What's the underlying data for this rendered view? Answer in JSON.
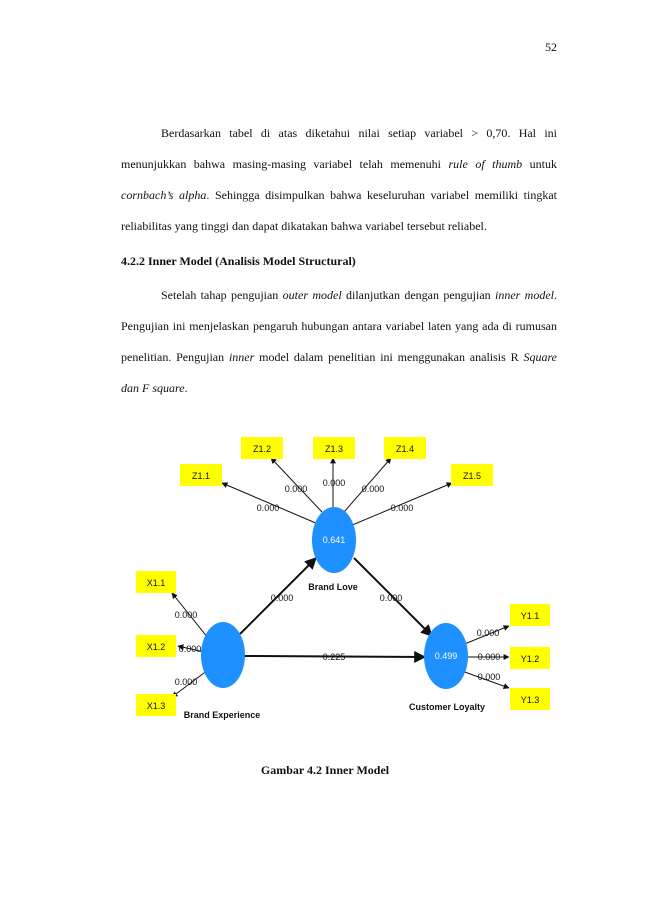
{
  "page_number": "52",
  "paragraph1": {
    "part1": "Berdasarkan tabel di atas diketahui nilai setiap variabel > 0,70. Hal ini menunjukkan bahwa masing-masing variabel telah memenuhi ",
    "italic1": "rule of thumb",
    "part2": " untuk ",
    "italic2": "cornbach’s alpha",
    "part3": ". Sehingga disimpulkan bahwa keseluruhan variabel memiliki tingkat reliabilitas yang tinggi dan dapat dikatakan bahwa variabel tersebut reliabel."
  },
  "heading": "4.2.2 Inner Model (Analisis Model Structural)",
  "paragraph2": {
    "part1": "Setelah tahap pengujian ",
    "italic1": "outer model",
    "part2": " dilanjutkan dengan pengujian ",
    "italic2": "inner model",
    "part3": ". Pengujian ini menjelaskan pengaruh hubungan antara variabel laten yang ada di rumusan penelitian. Pengujian ",
    "italic3": "inner",
    "part4": " model dalam penelitian ini menggunakan analisis R ",
    "italic4": "Square dan F square",
    "part5": "."
  },
  "diagram": {
    "colors": {
      "indicator": "#ffff00",
      "construct": "#1e90ff"
    },
    "constructs": {
      "brand_love": {
        "name": "Brand Love",
        "value": "0.641"
      },
      "brand_experience": {
        "name": "Brand Experience",
        "value": ""
      },
      "customer_loyalty": {
        "name": "Customer Loyalty",
        "value": "0.499"
      }
    },
    "indicators": {
      "z11": "Z1.1",
      "z12": "Z1.2",
      "z13": "Z1.3",
      "z14": "Z1.4",
      "z15": "Z1.5",
      "x11": "X1.1",
      "x12": "X1.2",
      "x13": "X1.3",
      "y11": "Y1.1",
      "y12": "Y1.2",
      "y13": "Y1.3"
    },
    "outer_values": {
      "z11": "0.000",
      "z12": "0.000",
      "z13": "0.000",
      "z14": "0.000",
      "z15": "0.000",
      "x11": "0.000",
      "x12": "0.000",
      "x13": "0.000",
      "y11": "0.000",
      "y12": "0.000",
      "y13": "0.000"
    },
    "paths": {
      "be_bl": "0.000",
      "bl_cl": "0.000",
      "be_cl": "0.225"
    }
  },
  "caption": "Gambar 4.2 Inner Model"
}
